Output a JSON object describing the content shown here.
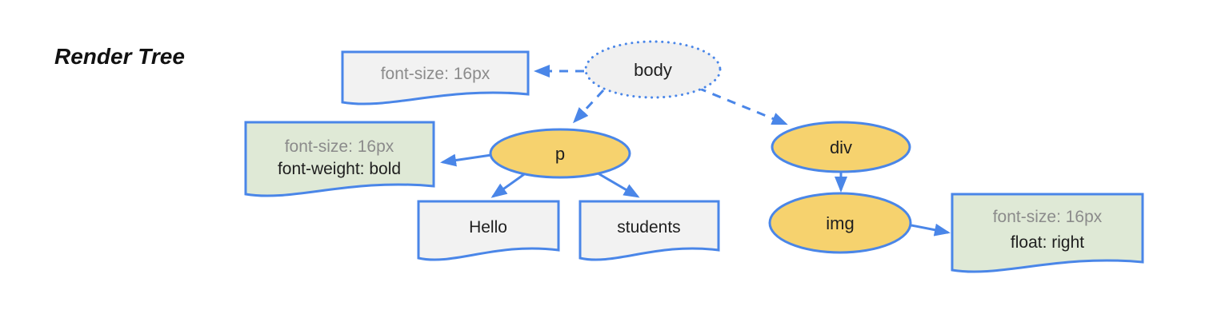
{
  "title": "Render Tree",
  "colors": {
    "stroke_blue": "#4a86e8",
    "node_fill_yellow": "#f6d26e",
    "root_fill_gray": "#f0f0f0",
    "note_fill_gray": "#f2f2f2",
    "note_fill_green": "#dfe9d6",
    "text_gray": "#8b8b8b",
    "text_black": "#1f1f1f"
  },
  "nodes": [
    {
      "id": "body",
      "label": "body"
    },
    {
      "id": "p",
      "label": "p"
    },
    {
      "id": "div",
      "label": "div"
    },
    {
      "id": "img",
      "label": "img"
    }
  ],
  "notes": [
    {
      "id": "body-style",
      "line1": "font-size: 16px"
    },
    {
      "id": "p-style",
      "line1": "font-size: 16px",
      "line2": "font-weight: bold"
    },
    {
      "id": "p-text-hello",
      "line1": "Hello"
    },
    {
      "id": "p-text-students",
      "line1": "students"
    },
    {
      "id": "img-style",
      "line1": "font-size: 16px",
      "line2": "float: right"
    }
  ]
}
